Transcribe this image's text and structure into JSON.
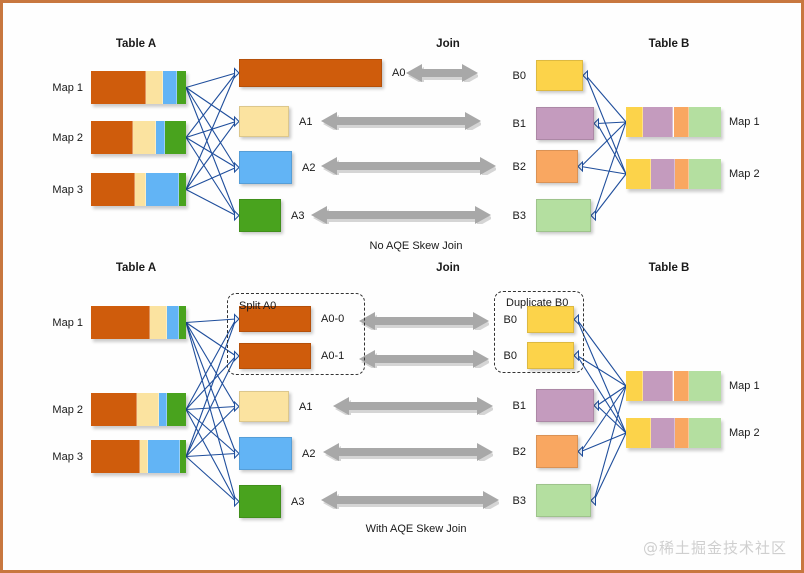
{
  "meta": {
    "watermark": "@稀土掘金技术社区",
    "border_color": "#c8773f",
    "background": "#fefefe"
  },
  "palette": {
    "orange_dark": "#cf5c0c",
    "cream": "#fbe3a0",
    "blue": "#62b4f5",
    "green": "#49a31e",
    "yellow": "#fcd34a",
    "mauve": "#c49bbe",
    "peach": "#f9a761",
    "lightgreen": "#b4dfa0",
    "arrow_gray": "#a8a8a8",
    "edge_blue": "#1f4e9c"
  },
  "sections": [
    {
      "id": "no-aqe",
      "caption": "No AQE Skew Join",
      "headers": {
        "left": "Table A",
        "center": "Join",
        "right": "Table B"
      },
      "left_maps": [
        {
          "label": "Map 1",
          "segments": [
            {
              "color": "orange_dark",
              "w": 62
            },
            {
              "color": "cream",
              "w": 20
            },
            {
              "color": "blue",
              "w": 16
            },
            {
              "color": "green",
              "w": 10
            }
          ]
        },
        {
          "label": "Map 2",
          "segments": [
            {
              "color": "orange_dark",
              "w": 48
            },
            {
              "color": "cream",
              "w": 26
            },
            {
              "color": "blue",
              "w": 10
            },
            {
              "color": "green",
              "w": 24
            }
          ]
        },
        {
          "label": "Map 3",
          "segments": [
            {
              "color": "orange_dark",
              "w": 50
            },
            {
              "color": "cream",
              "w": 12
            },
            {
              "color": "blue",
              "w": 38
            },
            {
              "color": "green",
              "w": 8
            }
          ]
        }
      ],
      "partitions_a": [
        {
          "label": "A0",
          "color": "orange_dark",
          "w": 143,
          "h": 28
        },
        {
          "label": "A1",
          "color": "cream",
          "w": 50,
          "h": 31
        },
        {
          "label": "A2",
          "color": "blue",
          "w": 53,
          "h": 33
        },
        {
          "label": "A3",
          "color": "green",
          "w": 42,
          "h": 33
        }
      ],
      "partitions_b": [
        {
          "label": "B0",
          "color": "yellow",
          "w": 47,
          "h": 31
        },
        {
          "label": "B1",
          "color": "mauve",
          "w": 58,
          "h": 33
        },
        {
          "label": "B2",
          "color": "peach",
          "w": 42,
          "h": 33
        },
        {
          "label": "B3",
          "color": "lightgreen",
          "w": 55,
          "h": 33
        }
      ],
      "join_arrows": [
        "double",
        "double",
        "double",
        "double"
      ],
      "right_maps": [
        {
          "label": "Map 1",
          "segments": [
            {
              "color": "yellow",
              "w": 18
            },
            {
              "color": "mauve",
              "w": 32
            },
            {
              "color": "peach",
              "w": 16
            },
            {
              "color": "lightgreen",
              "w": 34
            }
          ]
        },
        {
          "label": "Map 2",
          "segments": [
            {
              "color": "yellow",
              "w": 26
            },
            {
              "color": "mauve",
              "w": 26
            },
            {
              "color": "peach",
              "w": 14
            },
            {
              "color": "lightgreen",
              "w": 34
            }
          ]
        }
      ]
    },
    {
      "id": "with-aqe",
      "caption": "With AQE Skew Join",
      "headers": {
        "left": "Table A",
        "center": "Join",
        "right": "Table B"
      },
      "split_box_title": "Split A0",
      "duplicate_box_title": "Duplicate B0",
      "left_maps": [
        {
          "label": "Map 1",
          "segments": [
            {
              "color": "orange_dark",
              "w": 62
            },
            {
              "color": "cream",
              "w": 18
            },
            {
              "color": "blue",
              "w": 13
            },
            {
              "color": "green",
              "w": 7
            }
          ]
        },
        {
          "label": "Map 2",
          "segments": [
            {
              "color": "orange_dark",
              "w": 48
            },
            {
              "color": "cream",
              "w": 24
            },
            {
              "color": "blue",
              "w": 8
            },
            {
              "color": "green",
              "w": 20
            }
          ]
        },
        {
          "label": "Map 3",
          "segments": [
            {
              "color": "orange_dark",
              "w": 52
            },
            {
              "color": "cream",
              "w": 8
            },
            {
              "color": "blue",
              "w": 34
            },
            {
              "color": "green",
              "w": 6
            }
          ]
        }
      ],
      "partitions_a": [
        {
          "label": "A0-0",
          "color": "orange_dark",
          "w": 72,
          "h": 26
        },
        {
          "label": "A0-1",
          "color": "orange_dark",
          "w": 72,
          "h": 26
        },
        {
          "label": "A1",
          "color": "cream",
          "w": 50,
          "h": 31
        },
        {
          "label": "A2",
          "color": "blue",
          "w": 53,
          "h": 33
        },
        {
          "label": "A3",
          "color": "green",
          "w": 42,
          "h": 33
        }
      ],
      "partitions_b": [
        {
          "label": "B0",
          "color": "yellow",
          "w": 47,
          "h": 27
        },
        {
          "label": "B0",
          "color": "yellow",
          "w": 47,
          "h": 27
        },
        {
          "label": "B1",
          "color": "mauve",
          "w": 58,
          "h": 33
        },
        {
          "label": "B2",
          "color": "peach",
          "w": 42,
          "h": 33
        },
        {
          "label": "B3",
          "color": "lightgreen",
          "w": 55,
          "h": 33
        }
      ],
      "join_arrows": [
        "double",
        "double",
        "double",
        "double",
        "double"
      ],
      "right_maps": [
        {
          "label": "Map 1",
          "segments": [
            {
              "color": "yellow",
              "w": 18
            },
            {
              "color": "mauve",
              "w": 32
            },
            {
              "color": "peach",
              "w": 16
            },
            {
              "color": "lightgreen",
              "w": 34
            }
          ]
        },
        {
          "label": "Map 2",
          "segments": [
            {
              "color": "yellow",
              "w": 26
            },
            {
              "color": "mauve",
              "w": 26
            },
            {
              "color": "peach",
              "w": 14
            },
            {
              "color": "lightgreen",
              "w": 34
            }
          ]
        }
      ]
    }
  ]
}
